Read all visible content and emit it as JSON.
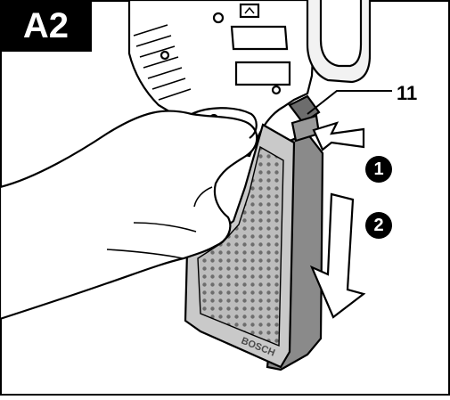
{
  "figure": {
    "label": "A2",
    "callout_number": "11",
    "steps": [
      "1",
      "2"
    ],
    "brand_mark": "BOSCH"
  },
  "colors": {
    "ink": "#000000",
    "battery_face": "#c9c9c9",
    "battery_side": "#8a8a8a",
    "arrow_fill": "#ffffff"
  }
}
